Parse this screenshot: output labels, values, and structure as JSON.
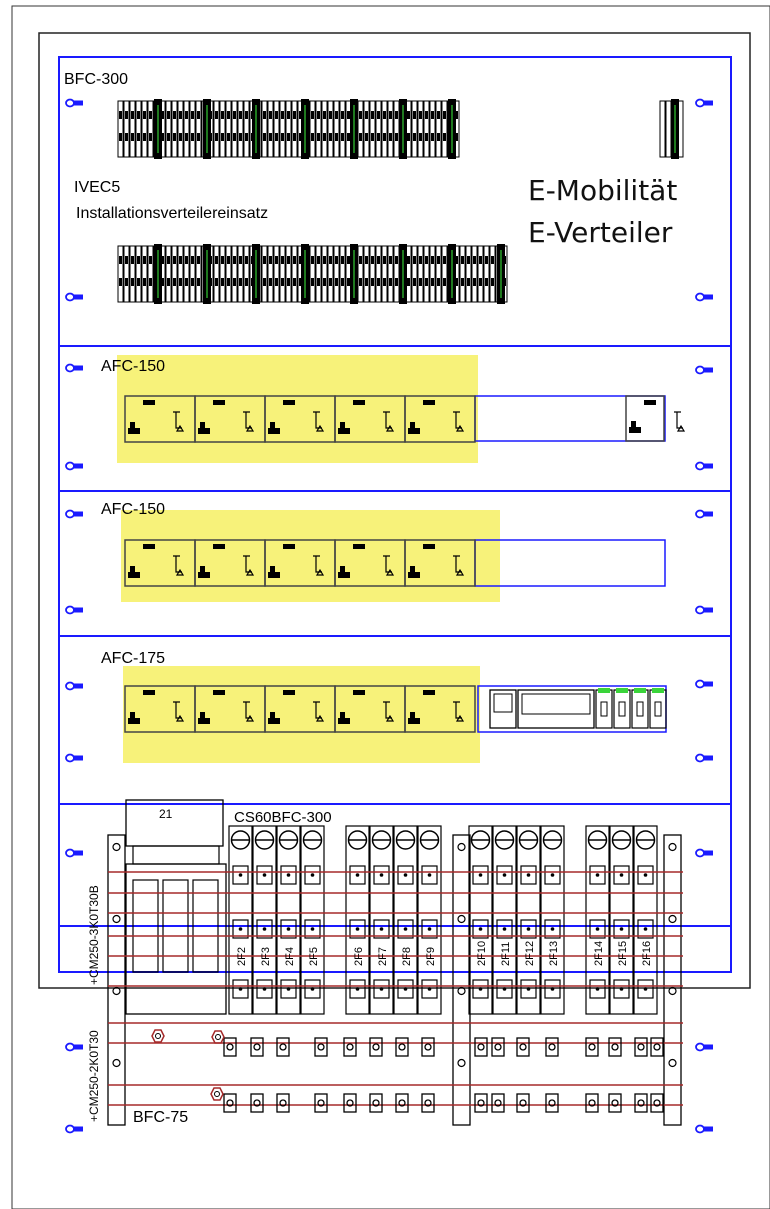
{
  "cabinet": {
    "top_section": {
      "label": "BFC-300",
      "product_line": "IVEC5",
      "product_desc": "Installationsverteilereinsatz",
      "title_line1": "E-Mobilität",
      "title_line2": "E-Verteiler"
    },
    "sections": [
      {
        "label": "AFC-150",
        "rcbo_count": 5
      },
      {
        "label": "AFC-150",
        "rcbo_count": 5
      },
      {
        "label": "AFC-175",
        "rcbo_count": 5
      }
    ],
    "bottom_section": {
      "top_label": "CS60BFC-300",
      "meter_label": "21",
      "left_vertical_upper": "+CM250-3K0T30B",
      "left_vertical_lower": "+CM250-2K0T30",
      "bottom_label": "BFC-75",
      "fuse_groups": [
        [
          "2F2",
          "2F3",
          "2F4",
          "2F5"
        ],
        [
          "2F6",
          "2F7",
          "2F8",
          "2F9"
        ],
        [
          "2F10",
          "2F11",
          "2F12",
          "2F13"
        ],
        [
          "2F14",
          "2F15",
          "2F16"
        ]
      ]
    },
    "colors": {
      "frame_blue": "#1a1aff",
      "highlight_yellow": "#f7f27a",
      "rcbo_olive": "#9a8f1a",
      "busbar_red": "#a52a2a",
      "terminal_green": "#1f7a1f",
      "indicator_green": "#3ad43a"
    }
  }
}
